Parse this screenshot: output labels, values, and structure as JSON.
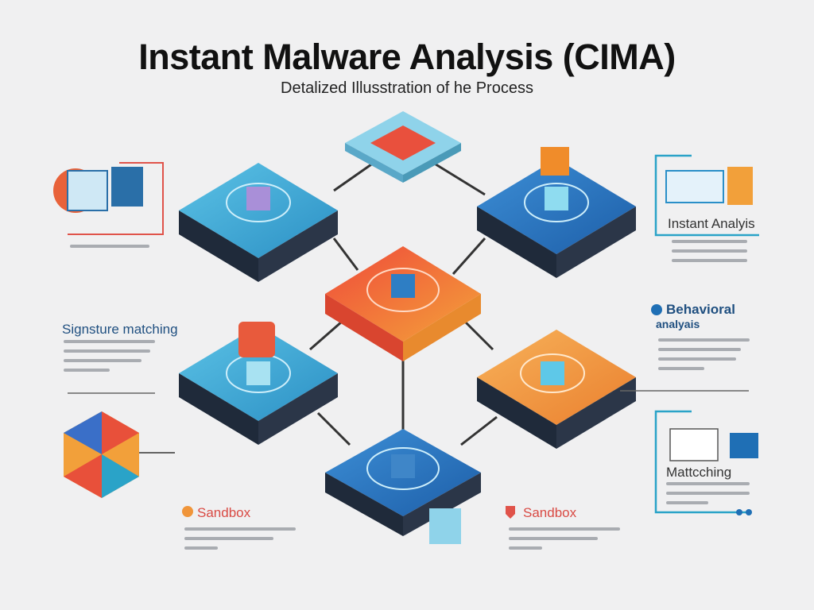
{
  "header": {
    "title": "Instant Malware Analysis (CIMA)",
    "subtitle": "Detalized Illusstration of he Process"
  },
  "labels": {
    "instant_analysis": "Instant Analyis",
    "behavioral_line1": "Behavioral",
    "behavioral_line2": "analyais",
    "signature_matching": "Signsture matching",
    "sandbox_left": "Sandbox",
    "sandbox_right": "Sandbox",
    "matching": "Mattcching"
  },
  "colors": {
    "blue": "#3aa6d4",
    "dark_blue": "#1f6fb5",
    "orange": "#f0953a",
    "red": "#e8503a",
    "navy": "#1f2a3a",
    "accent_red": "#e0534a",
    "teal": "#2aa3c8"
  }
}
